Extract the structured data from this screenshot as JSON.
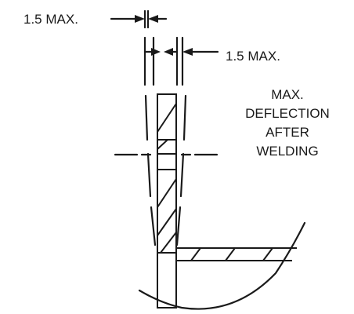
{
  "labels": {
    "left_tolerance": "1.5 MAX.",
    "right_tolerance": "1.5 MAX.",
    "note_lines": [
      "MAX.",
      "DEFLECTION",
      "AFTER",
      "WELDING"
    ]
  }
}
